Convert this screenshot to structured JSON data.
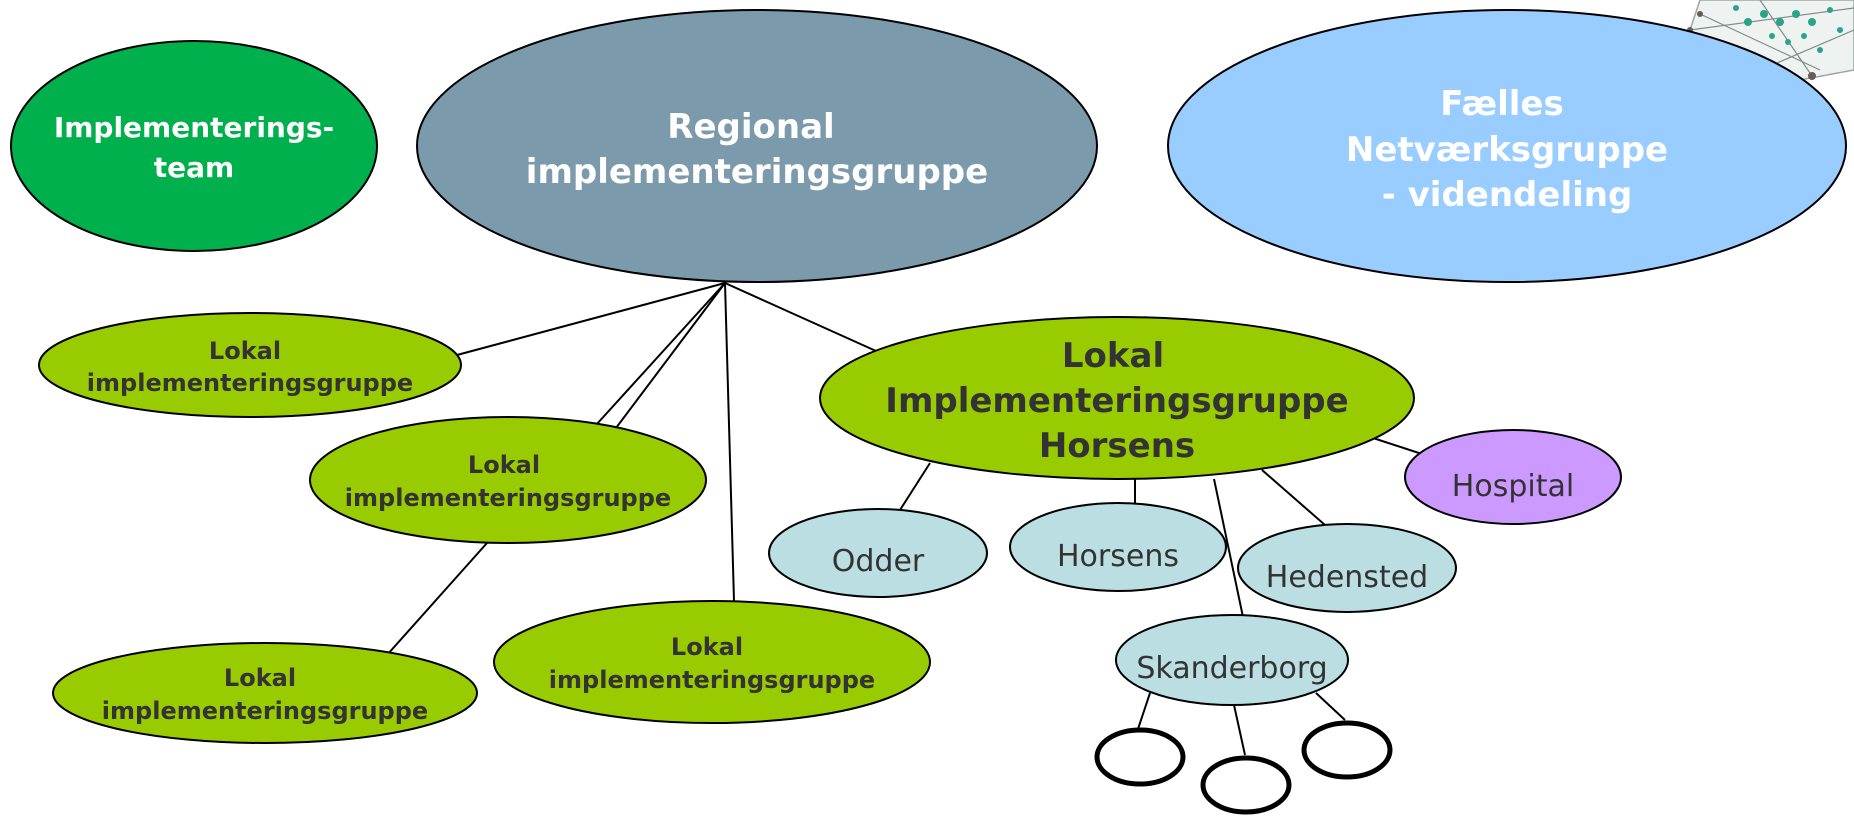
{
  "colors": {
    "green_dark": "#00B04C",
    "slate": "#7B9AAC",
    "light_blue": "#99CCFF",
    "lime": "#99CC00",
    "pale_cyan": "#BBDEE3",
    "lavender": "#CC99FF",
    "white": "#FFFFFF",
    "dark_text": "#333333"
  },
  "nodes": {
    "implementeringsteam": {
      "line1": "Implementerings-",
      "line2": "team"
    },
    "regional": {
      "line1": "Regional",
      "line2": "implementeringsgruppe"
    },
    "faelles": {
      "line1": "Fælles",
      "line2": "Netværksgruppe",
      "line3": "- videndeling"
    },
    "lokal_1": {
      "line1": "Lokal",
      "line2": "implementeringsgruppe"
    },
    "lokal_2": {
      "line1": "Lokal",
      "line2": "implementeringsgruppe"
    },
    "lokal_3": {
      "line1": "Lokal",
      "line2": "implementeringsgruppe"
    },
    "lokal_4": {
      "line1": "Lokal",
      "line2": "implementeringsgruppe"
    },
    "lokal_horsens": {
      "line1": "Lokal",
      "line2": "Implementeringsgruppe",
      "line3": "Horsens"
    },
    "odder": {
      "label": "Odder"
    },
    "horsens": {
      "label": "Horsens"
    },
    "hedensted": {
      "label": "Hedensted"
    },
    "hospital": {
      "label": "Hospital"
    },
    "skanderborg": {
      "label": "Skanderborg"
    }
  },
  "decoration": {
    "icon": "network-dots-logo"
  }
}
